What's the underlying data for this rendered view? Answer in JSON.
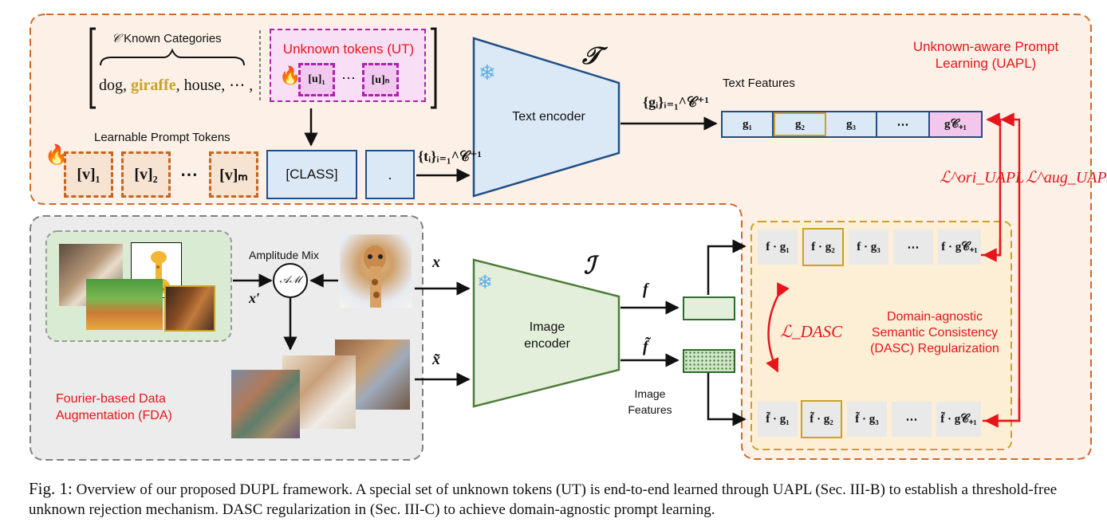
{
  "diagram": {
    "known_categories_label": "Known Categories",
    "category_symbol": "𝒞",
    "category_list_pre": "dog, ",
    "category_highlight": "giraffe",
    "category_list_post": ", house, ⋯ ,",
    "unknown_tokens_title": "Unknown tokens (UT)",
    "ut_first": "[u]₁",
    "ut_last": "[u]ₙ",
    "ellipsis": "⋯",
    "learnable_prompt_label": "Learnable Prompt Tokens",
    "prompt_tokens": [
      "[v]₁",
      "[v]₂",
      "[v]ₘ"
    ],
    "class_token": "[CLASS]",
    "period_token": ".",
    "t_label": "{tᵢ}ᵢ₌₁^𝒞⁺¹",
    "text_encoder_symbol": "𝒯",
    "text_encoder_label": "Text encoder",
    "g_label": "{gᵢ}ᵢ₌₁^𝒞⁺¹",
    "text_features_label": "Text Features",
    "text_features": [
      "g₁",
      "g₂",
      "g₃",
      "⋯",
      "g𝒞₊₁"
    ],
    "uapl_title": "Unknown-aware Prompt Learning (UAPL)",
    "loss_ori": "ℒ^ori_UAPL",
    "loss_aug": "ℒ^aug_UAPL",
    "amplitude_mix_label": "Amplitude Mix",
    "am_symbol": "𝒜ℳ",
    "x_label": "x",
    "x_prime_label": "x′",
    "x_tilde_label": "x̃",
    "image_encoder_symbol": "ℐ",
    "image_encoder_label": "Image encoder",
    "f_label": "f",
    "f_tilde_label": "f̃",
    "image_features_label": "Image Features",
    "fda_title": "Fourier-based Data Augmentation (FDA)",
    "sim_row_top": [
      "f · g₁",
      "f · g₂",
      "f · g₃",
      "⋯",
      "f · g𝒞₊₁"
    ],
    "sim_row_bottom": [
      "f̃ · g₁",
      "f̃ · g₂",
      "f̃ · g₃",
      "⋯",
      "f̃ · g𝒞₊₁"
    ],
    "loss_dasc": "ℒ_DASC",
    "dasc_title": "Domain-agnostic Semantic Consistency (DASC) Regularization",
    "snowflake_icon": "❄",
    "flame_icon": "🔥"
  },
  "caption": {
    "fig_label": "Fig. 1:",
    "text": "Overview of our proposed DUPL framework. A special set of unknown tokens (UT) is end-to-end learned through UAPL (Sec. III-B) to establish a threshold-free unknown rejection mechanism. DASC regularization in (Sec. III-C) to achieve domain-agnostic prompt learning."
  },
  "colors": {
    "accent_red": "#e8141c",
    "prompt_orange": "#c8641e",
    "ut_magenta": "#b01fb0",
    "text_blue": "#1f4f86",
    "image_green": "#4e7d3a",
    "dasc_gold": "#c9a227"
  }
}
